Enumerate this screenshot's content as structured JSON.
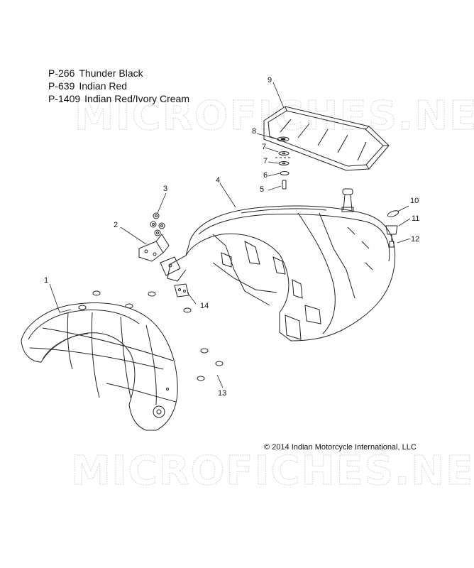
{
  "legend": [
    {
      "code": "P-266",
      "name": "Thunder Black"
    },
    {
      "code": "P-639",
      "name": "Indian Red"
    },
    {
      "code": "P-1409",
      "name": "Indian Red/Ivory Cream"
    }
  ],
  "copyright": "© 2014 Indian Motorcycle International, LLC",
  "watermark": "MICROFICHES.NET",
  "callouts": [
    "1",
    "2",
    "3",
    "4",
    "5",
    "6",
    "7",
    "7",
    "8",
    "9",
    "10",
    "11",
    "12",
    "13",
    "14"
  ],
  "colors": {
    "line": "#222222",
    "watermark": "#d6d6d6",
    "background": "#ffffff"
  }
}
